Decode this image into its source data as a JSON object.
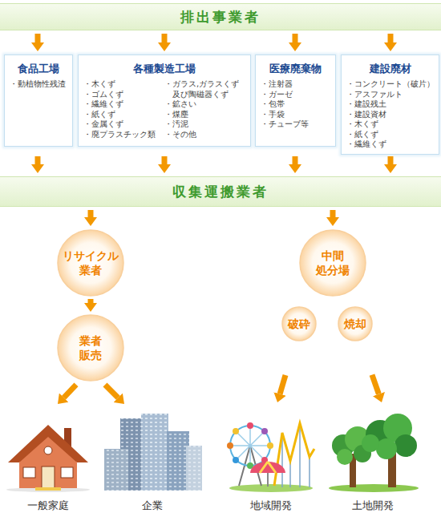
{
  "diagram": {
    "nodes": [
      {
        "text": [
          "排出事業者"
        ]
      },
      {
        "text": [
          "食品工場",
          "・動植物性残渣"
        ]
      },
      {
        "text": [
          "各種製造工場",
          "・木くず",
          "・ゴムくず",
          "・繊維くず",
          "・紙くず",
          "・金属くず",
          "・廃プラスチック類",
          "・ガラス,ガラスくず 及び陶磁器くず",
          "・鉱さい",
          "・煤塵",
          "・汚泥",
          "・その他"
        ]
      },
      {
        "text": [
          "医療廃棄物",
          "・注射器",
          "・ガーゼ",
          "・包帯",
          "・手袋",
          "・チューブ等"
        ]
      },
      {
        "text": [
          "建設廃材",
          "・コンクリート（破片）",
          "・アスファルト",
          "・建設残土",
          "・建設資材",
          "・木くず",
          "・紙くず",
          "・繊維くず"
        ]
      },
      {
        "text": [
          "収集運搬業者"
        ]
      },
      {
        "text": [
          "リサイクル 業者"
        ]
      },
      {
        "text": [
          "業者 販売"
        ]
      },
      {
        "text": [
          "中間 処分場"
        ]
      },
      {
        "text": [
          "破砕"
        ]
      },
      {
        "text": [
          "焼却"
        ]
      },
      {
        "text": [
          "一般家庭"
        ]
      },
      {
        "text": [
          "企業"
        ]
      },
      {
        "text": [
          "地域開発"
        ]
      },
      {
        "text": [
          "土地開発"
        ]
      }
    ],
    "edges": [
      {
        "from": 0,
        "to": 1,
        "arrow": "to"
      },
      {
        "from": 0,
        "to": 2,
        "arrow": "to"
      },
      {
        "from": 0,
        "to": 3,
        "arrow": "to"
      },
      {
        "from": 0,
        "to": 4,
        "arrow": "to"
      },
      {
        "from": 1,
        "to": 5,
        "arrow": "to"
      },
      {
        "from": 2,
        "to": 5,
        "arrow": "to"
      },
      {
        "from": 3,
        "to": 5,
        "arrow": "to"
      },
      {
        "from": 4,
        "to": 5,
        "arrow": "to"
      },
      {
        "from": 5,
        "to": 6,
        "arrow": "to"
      },
      {
        "from": 5,
        "to": 8,
        "arrow": "to"
      },
      {
        "from": 6,
        "to": 7,
        "arrow": "to"
      },
      {
        "from": 7,
        "to": 11,
        "arrow": "to"
      },
      {
        "from": 7,
        "to": 12,
        "arrow": "to"
      },
      {
        "from": 9,
        "to": 13,
        "arrow": "to"
      },
      {
        "from": 10,
        "to": 14,
        "arrow": "to"
      }
    ]
  }
}
